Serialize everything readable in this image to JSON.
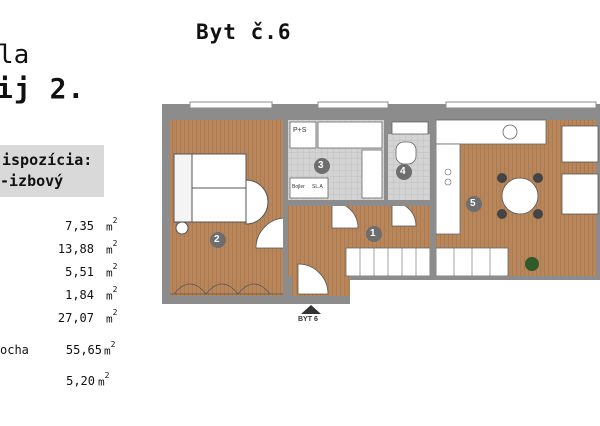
{
  "header": {
    "title": "Byt č.6",
    "left_fragment_1": "la",
    "left_fragment_2": "ij 2."
  },
  "disposition": {
    "label": "ispozícia:",
    "value": "-izbový"
  },
  "areas": [
    {
      "value": "7,35",
      "unit": "m",
      "exp": "2"
    },
    {
      "value": "13,88",
      "unit": "m",
      "exp": "2"
    },
    {
      "value": "5,51",
      "unit": "m",
      "exp": "2"
    },
    {
      "value": "1,84",
      "unit": "m",
      "exp": "2"
    },
    {
      "value": "27,07",
      "unit": "m",
      "exp": "2"
    }
  ],
  "total": {
    "label": "ocha",
    "value": "55,65",
    "unit": "m",
    "exp": "2"
  },
  "extra": {
    "value": "5,20",
    "unit": "m",
    "exp": "2"
  },
  "plan": {
    "rooms": [
      "1",
      "2",
      "3",
      "4",
      "5"
    ],
    "entrance_label": "BYT 6",
    "shower_label": "P+S",
    "appliance_1": "Bojler",
    "appliance_2": "SL.A",
    "colors": {
      "wood": "#b8865a",
      "tile": "#cfcfcf",
      "wall": "#8c8c8c",
      "marker": "#6e6e6e"
    }
  }
}
